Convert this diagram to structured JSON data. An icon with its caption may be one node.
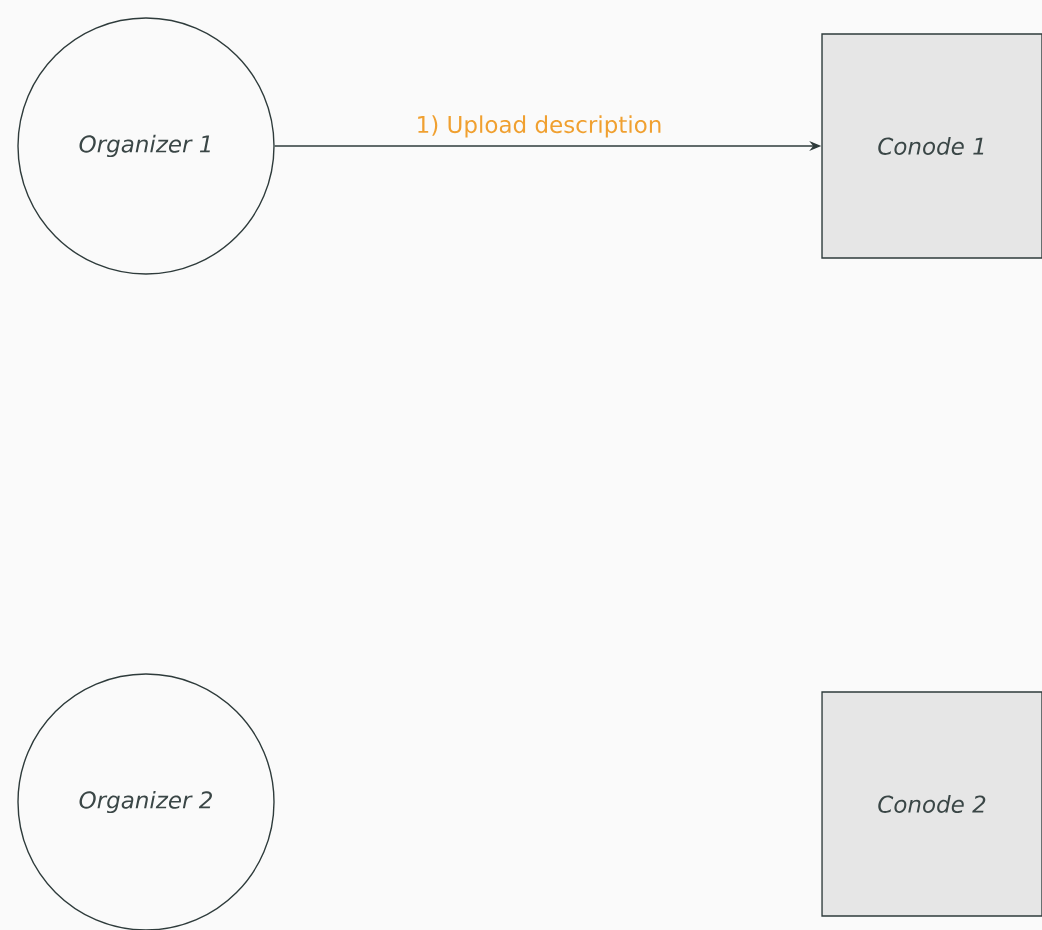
{
  "diagram": {
    "nodes": [
      {
        "text": [
          "Organizer 1"
        ]
      },
      {
        "text": [
          "Conode 1"
        ]
      },
      {
        "text": [
          "Organizer 2"
        ]
      },
      {
        "text": [
          "Conode 2"
        ]
      }
    ],
    "edges": [
      {
        "from": 0,
        "to": 1,
        "arrow": "to",
        "label": "1) Upload description"
      }
    ]
  }
}
